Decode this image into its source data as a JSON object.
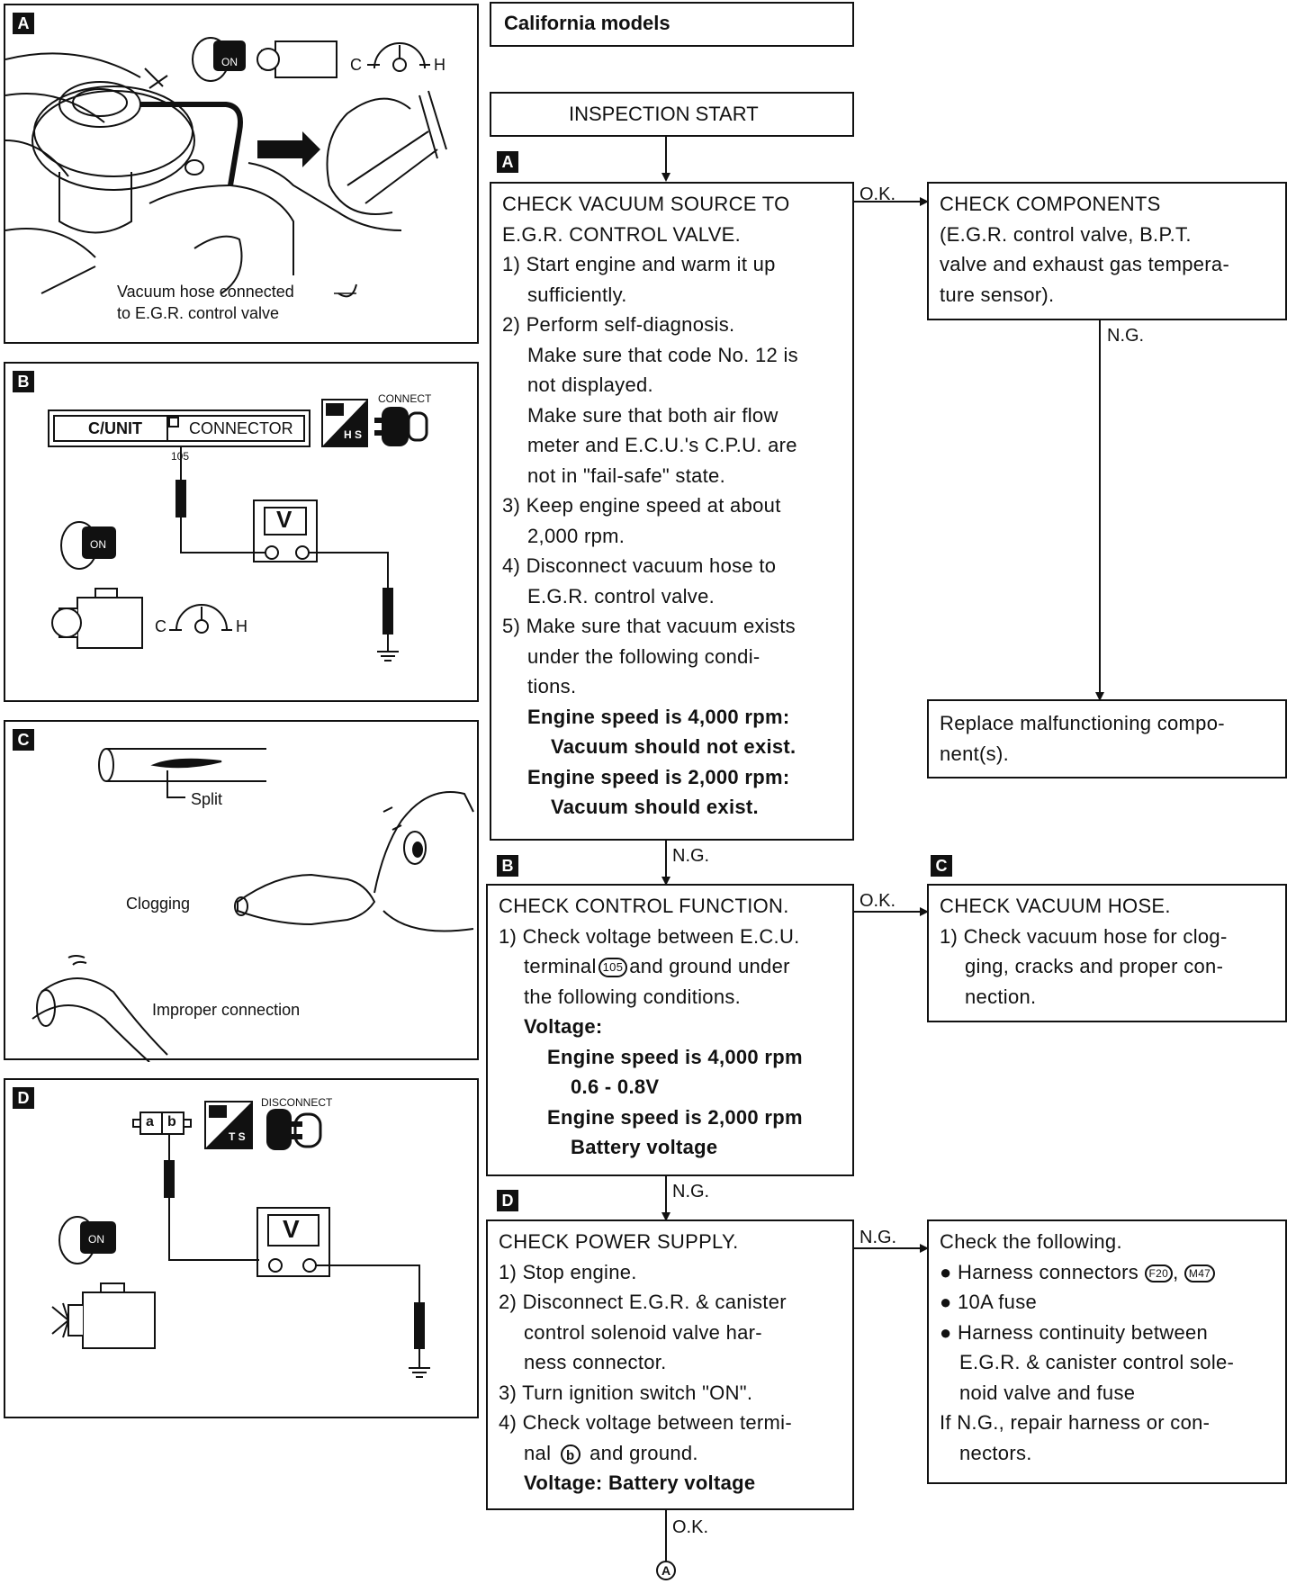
{
  "header": {
    "california_models": "California models"
  },
  "flow": {
    "start": "INSPECTION START",
    "check_vacuum_source": {
      "tag": "A",
      "lines": [
        "CHECK VACUUM SOURCE TO",
        "E.G.R. CONTROL VALVE.",
        "1) Start engine and warm it up",
        "   sufficiently.",
        "2) Perform self-diagnosis.",
        "   Make sure that code No. 12 is",
        "   not displayed.",
        "   Make sure that both air flow",
        "   meter and E.C.U.'s C.P.U. are",
        "   not in \"fail-safe\" state.",
        "3) Keep engine speed at about",
        "   2,000 rpm.",
        "4) Disconnect vacuum hose to",
        "   E.G.R. control valve.",
        "5) Make sure that vacuum exists",
        "   under the following condi-",
        "   tions."
      ],
      "bold_lines": [
        "Engine speed is 4,000 rpm:",
        "Vacuum should not exist.",
        "Engine speed is 2,000 rpm:",
        "Vacuum should exist."
      ]
    },
    "check_components": {
      "lines": [
        "CHECK COMPONENTS",
        "(E.G.R. control valve, B.P.T.",
        "valve and exhaust gas tempera-",
        "ture sensor)."
      ]
    },
    "replace": {
      "lines": [
        "Replace malfunctioning compo-",
        "nent(s)."
      ]
    },
    "check_control_function": {
      "tag": "B",
      "lines": [
        "CHECK CONTROL FUNCTION.",
        "1) Check voltage between E.C.U.",
        "terminal",
        "and ground under",
        "the following conditions."
      ],
      "terminal_id": "105",
      "voltage_label": "Voltage:",
      "conditions": [
        "Engine speed is 4,000 rpm",
        "0.6 - 0.8V",
        "Engine speed is 2,000 rpm",
        "Battery voltage"
      ]
    },
    "check_vacuum_hose": {
      "tag": "C",
      "lines": [
        "CHECK VACUUM HOSE.",
        "1) Check vacuum hose for clog-",
        "ging, cracks and proper con-",
        "nection."
      ]
    },
    "check_power_supply": {
      "tag": "D",
      "lines": [
        "CHECK POWER SUPPLY.",
        "1) Stop engine.",
        "2) Disconnect E.G.R. & canister",
        "control solenoid valve har-",
        "ness connector.",
        "3) Turn ignition switch \"ON\".",
        "4) Check voltage between termi-",
        "nal",
        "and ground."
      ],
      "terminal_id": "b",
      "voltage_line": "Voltage: Battery voltage"
    },
    "check_following": {
      "lines": [
        "Check the following.",
        "Harness connectors",
        "10A fuse",
        "Harness continuity between",
        "E.G.R. & canister control sole-",
        "noid valve and fuse",
        "If N.G., repair harness or con-",
        "nectors."
      ],
      "connector_ids": [
        "F20",
        "M47"
      ]
    },
    "edge_labels": {
      "ok": "O.K.",
      "ng": "N.G."
    },
    "end_connector": "A"
  },
  "panels": {
    "a": {
      "tag": "A",
      "caption_1": "Vacuum hose connected",
      "caption_2": "to E.G.R. control valve",
      "key_label": "ON",
      "c_label": "C",
      "h_label": "H"
    },
    "b": {
      "tag": "B",
      "unit_label": "C/UNIT",
      "connector_label": "CONNECTOR",
      "pin": "105",
      "connect_label": "CONNECT",
      "hs_label": "H S",
      "meter_label": "V",
      "key_label": "ON",
      "c_label": "C",
      "h_label": "H"
    },
    "c": {
      "tag": "C",
      "split": "Split",
      "clogging": "Clogging",
      "improper": "Improper connection"
    },
    "d": {
      "tag": "D",
      "disconnect_label": "DISCONNECT",
      "ts_label": "T S",
      "pin_a": "a",
      "pin_b": "b",
      "meter_label": "V",
      "key_label": "ON"
    }
  }
}
